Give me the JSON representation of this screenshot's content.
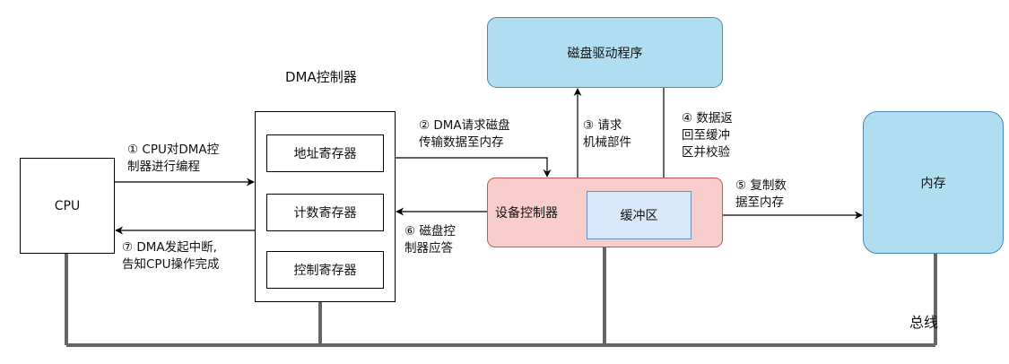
{
  "diagram": {
    "dma_title": "DMA控制器",
    "cpu": "CPU",
    "registers": {
      "address": "地址寄存器",
      "count": "计数寄存器",
      "control": "控制寄存器"
    },
    "disk_driver": "磁盘驱动程序",
    "device_controller": "设备控制器",
    "buffer": "缓冲区",
    "memory": "内存",
    "bus": "总线",
    "steps": {
      "s1": "① CPU对DMA控\n制器进行编程",
      "s2": "② DMA请求磁盘\n传输数据至内存",
      "s3": "③ 请求\n机械部件",
      "s4": "④ 数据返\n回至缓冲\n区并校验",
      "s5": "⑤ 复制数\n据至内存",
      "s6": "⑥ 磁盘控\n制器应答",
      "s7": "⑦ DMA发起中断,\n告知CPU操作完成"
    },
    "colors": {
      "driver_fill": "#b1ddf0",
      "device_fill": "#f8cecc",
      "buffer_fill": "#dae8fc",
      "memory_fill": "#b1ddf0",
      "bus_line": "#666666"
    }
  }
}
